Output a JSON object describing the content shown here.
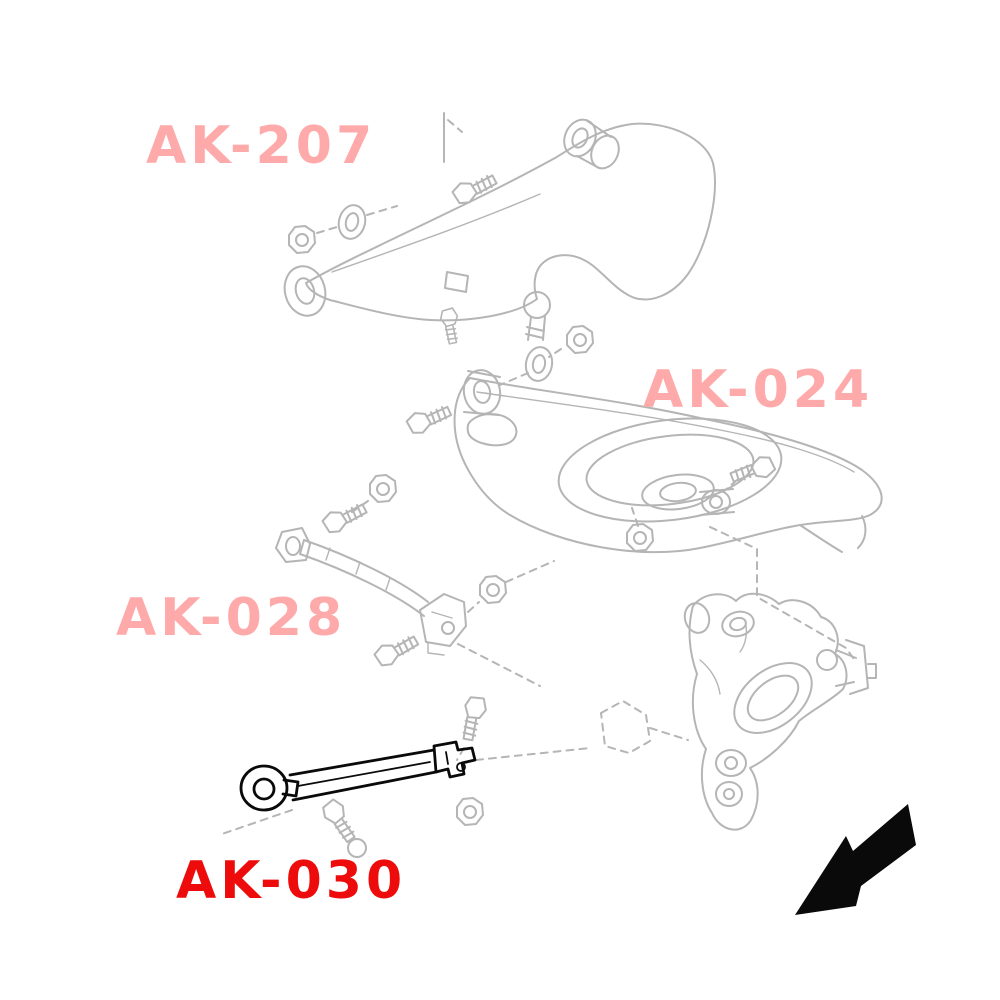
{
  "diagram": {
    "background_color": "#ffffff",
    "sketch_line_color": "#b5b5b5",
    "highlight_line_color": "#0a0a0a",
    "arrow_color": "#000000",
    "labels": {
      "ak207": {
        "text": "AK-207",
        "color": "#ffaaaa"
      },
      "ak024": {
        "text": "AK-024",
        "color": "#ffaaaa"
      },
      "ak028": {
        "text": "AK-028",
        "color": "#ffaaaa"
      },
      "ak030": {
        "text": "AK-030",
        "color": "#ed0b0b"
      }
    }
  }
}
